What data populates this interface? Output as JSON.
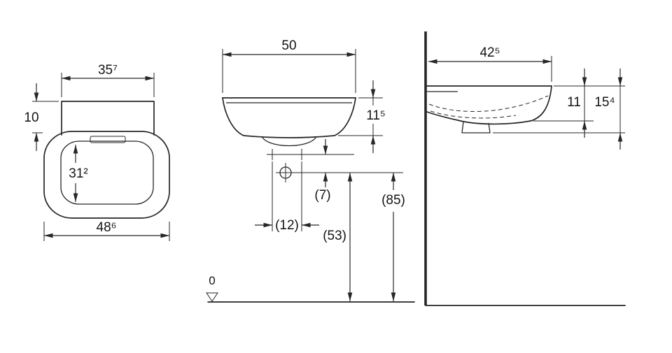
{
  "colors": {
    "line": "#262626",
    "background": "#ffffff"
  },
  "top_view": {
    "inner_width": "35⁷",
    "rim_offset": "10",
    "bowl_length": "31²",
    "outer_width": "48⁶"
  },
  "front_view": {
    "width": "50",
    "basin_height": "11⁵",
    "tap_drop": "(7)",
    "tap_spacing": "(12)",
    "drain_height": "(53)",
    "rim_height": "(85)",
    "datum": "0"
  },
  "side_view": {
    "depth": "42⁵",
    "bowl_depth": "11",
    "total_depth": "15⁴"
  }
}
